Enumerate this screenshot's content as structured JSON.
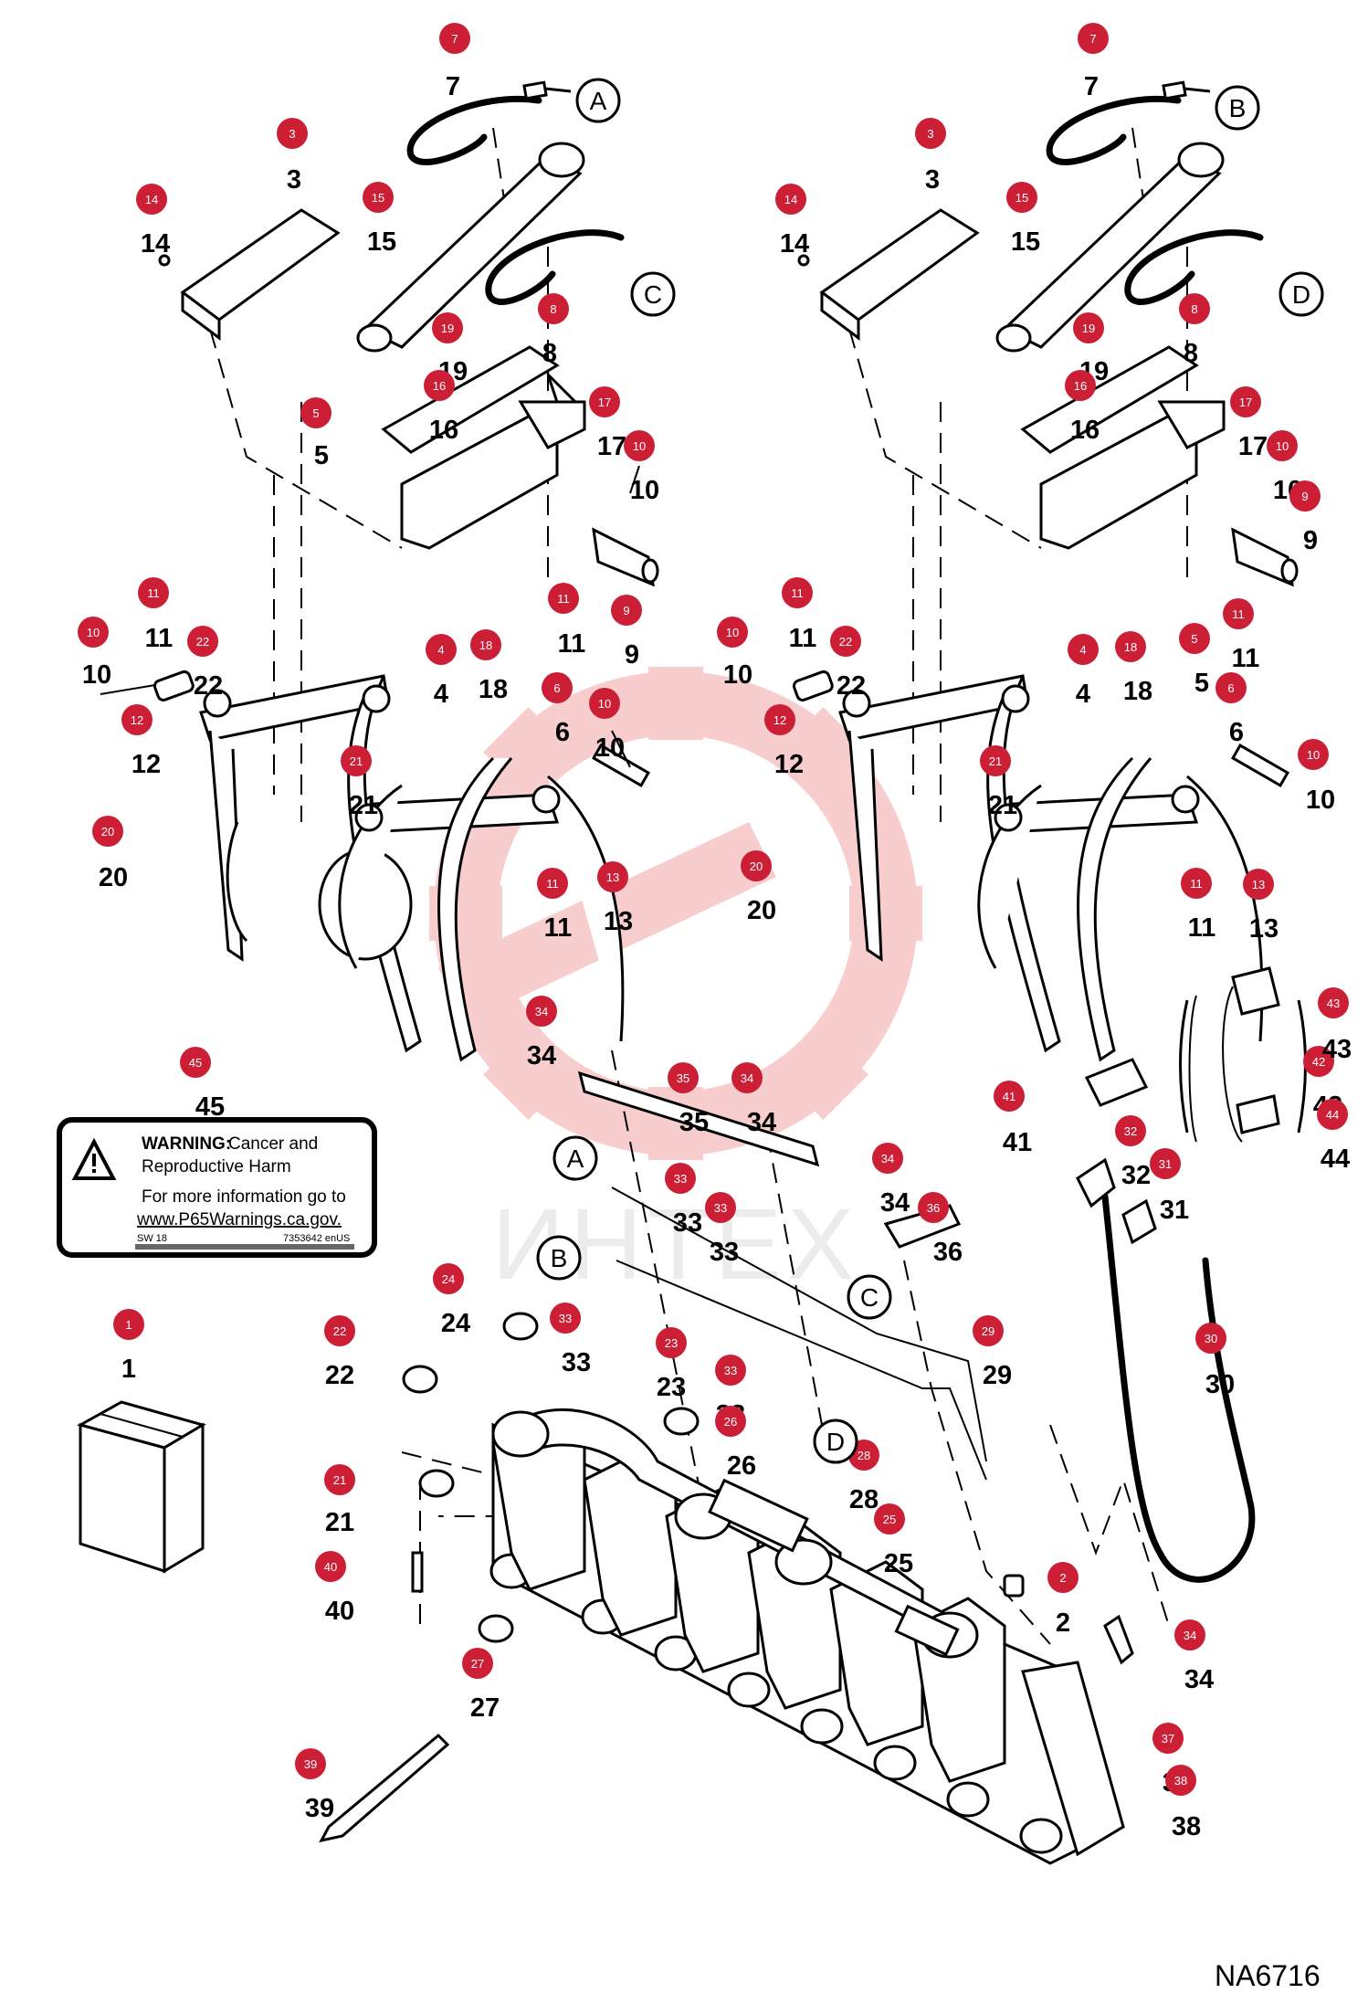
{
  "figure_code": "NA6716",
  "watermark_text": "ИНТЕХ",
  "colors": {
    "bubble": "#cc1f36",
    "watermark": "#f3a5a5",
    "line": "#000000"
  },
  "callouts": [
    {
      "id": "A",
      "label": "A"
    },
    {
      "id": "B",
      "label": "B"
    },
    {
      "id": "C",
      "label": "C"
    },
    {
      "id": "D",
      "label": "D"
    },
    {
      "id": "A2",
      "label": "A"
    },
    {
      "id": "B2",
      "label": "B"
    },
    {
      "id": "C2",
      "label": "C"
    },
    {
      "id": "D2",
      "label": "D"
    }
  ],
  "parts": [
    {
      "bubble": "7",
      "label": "7"
    },
    {
      "bubble": "3",
      "label": "3"
    },
    {
      "bubble": "14",
      "label": "14"
    },
    {
      "bubble": "15",
      "label": "15"
    },
    {
      "bubble": "8",
      "label": "8"
    },
    {
      "bubble": "19",
      "label": "19"
    },
    {
      "bubble": "16",
      "label": "16"
    },
    {
      "bubble": "17",
      "label": "17"
    },
    {
      "bubble": "5",
      "label": "5"
    },
    {
      "bubble": "10",
      "label": "10"
    },
    {
      "bubble": "9",
      "label": "9"
    },
    {
      "bubble": "11",
      "label": "11"
    },
    {
      "bubble": "4",
      "label": "4"
    },
    {
      "bubble": "18",
      "label": "18"
    },
    {
      "bubble": "11",
      "label": "11"
    },
    {
      "bubble": "10",
      "label": "10"
    },
    {
      "bubble": "22",
      "label": "22"
    },
    {
      "bubble": "12",
      "label": "12"
    },
    {
      "bubble": "6",
      "label": "6"
    },
    {
      "bubble": "10",
      "label": "10"
    },
    {
      "bubble": "21",
      "label": "21"
    },
    {
      "bubble": "20",
      "label": "20"
    },
    {
      "bubble": "11",
      "label": "11"
    },
    {
      "bubble": "13",
      "label": "13"
    },
    {
      "bubble": "7",
      "label": "7"
    },
    {
      "bubble": "3",
      "label": "3"
    },
    {
      "bubble": "14",
      "label": "14"
    },
    {
      "bubble": "15",
      "label": "15"
    },
    {
      "bubble": "8",
      "label": "8"
    },
    {
      "bubble": "19",
      "label": "19"
    },
    {
      "bubble": "16",
      "label": "16"
    },
    {
      "bubble": "17",
      "label": "17"
    },
    {
      "bubble": "10",
      "label": "10"
    },
    {
      "bubble": "9",
      "label": "9"
    },
    {
      "bubble": "11",
      "label": "11"
    },
    {
      "bubble": "4",
      "label": "4"
    },
    {
      "bubble": "18",
      "label": "18"
    },
    {
      "bubble": "5",
      "label": "5"
    },
    {
      "bubble": "11",
      "label": "11"
    },
    {
      "bubble": "10",
      "label": "10"
    },
    {
      "bubble": "22",
      "label": "22"
    },
    {
      "bubble": "12",
      "label": "12"
    },
    {
      "bubble": "6",
      "label": "6"
    },
    {
      "bubble": "10",
      "label": "10"
    },
    {
      "bubble": "21",
      "label": "21"
    },
    {
      "bubble": "20",
      "label": "20"
    },
    {
      "bubble": "11",
      "label": "11"
    },
    {
      "bubble": "13",
      "label": "13"
    },
    {
      "bubble": "34",
      "label": "34"
    },
    {
      "bubble": "35",
      "label": "35"
    },
    {
      "bubble": "34",
      "label": "34"
    },
    {
      "bubble": "45",
      "label": "45"
    },
    {
      "bubble": "33",
      "label": "33"
    },
    {
      "bubble": "33",
      "label": "33"
    },
    {
      "bubble": "34",
      "label": "34"
    },
    {
      "bubble": "36",
      "label": "36"
    },
    {
      "bubble": "24",
      "label": "24"
    },
    {
      "bubble": "33",
      "label": "33"
    },
    {
      "bubble": "22",
      "label": "22"
    },
    {
      "bubble": "23",
      "label": "23"
    },
    {
      "bubble": "33",
      "label": "33"
    },
    {
      "bubble": "29",
      "label": "29"
    },
    {
      "bubble": "1",
      "label": "1"
    },
    {
      "bubble": "26",
      "label": "26"
    },
    {
      "bubble": "28",
      "label": "28"
    },
    {
      "bubble": "21",
      "label": "21"
    },
    {
      "bubble": "25",
      "label": "25"
    },
    {
      "bubble": "40",
      "label": "40"
    },
    {
      "bubble": "2",
      "label": "2"
    },
    {
      "bubble": "27",
      "label": "27"
    },
    {
      "bubble": "34",
      "label": "34"
    },
    {
      "bubble": "37",
      "label": "37"
    },
    {
      "bubble": "39",
      "label": "39"
    },
    {
      "bubble": "38",
      "label": "38"
    },
    {
      "bubble": "30",
      "label": "30"
    },
    {
      "bubble": "41",
      "label": "41"
    },
    {
      "bubble": "42",
      "label": "42"
    },
    {
      "bubble": "43",
      "label": "43"
    },
    {
      "bubble": "44",
      "label": "44"
    },
    {
      "bubble": "32",
      "label": "32"
    },
    {
      "bubble": "31",
      "label": "31"
    }
  ],
  "warning_label": {
    "title": "WARNING:",
    "title_rest": "Cancer and",
    "line2": "Reproductive Harm",
    "line3": "For more information go to",
    "url": "www.P65Warnings.ca.gov.",
    "code_left": "SW 18",
    "code_right": "7353642 enUS"
  }
}
